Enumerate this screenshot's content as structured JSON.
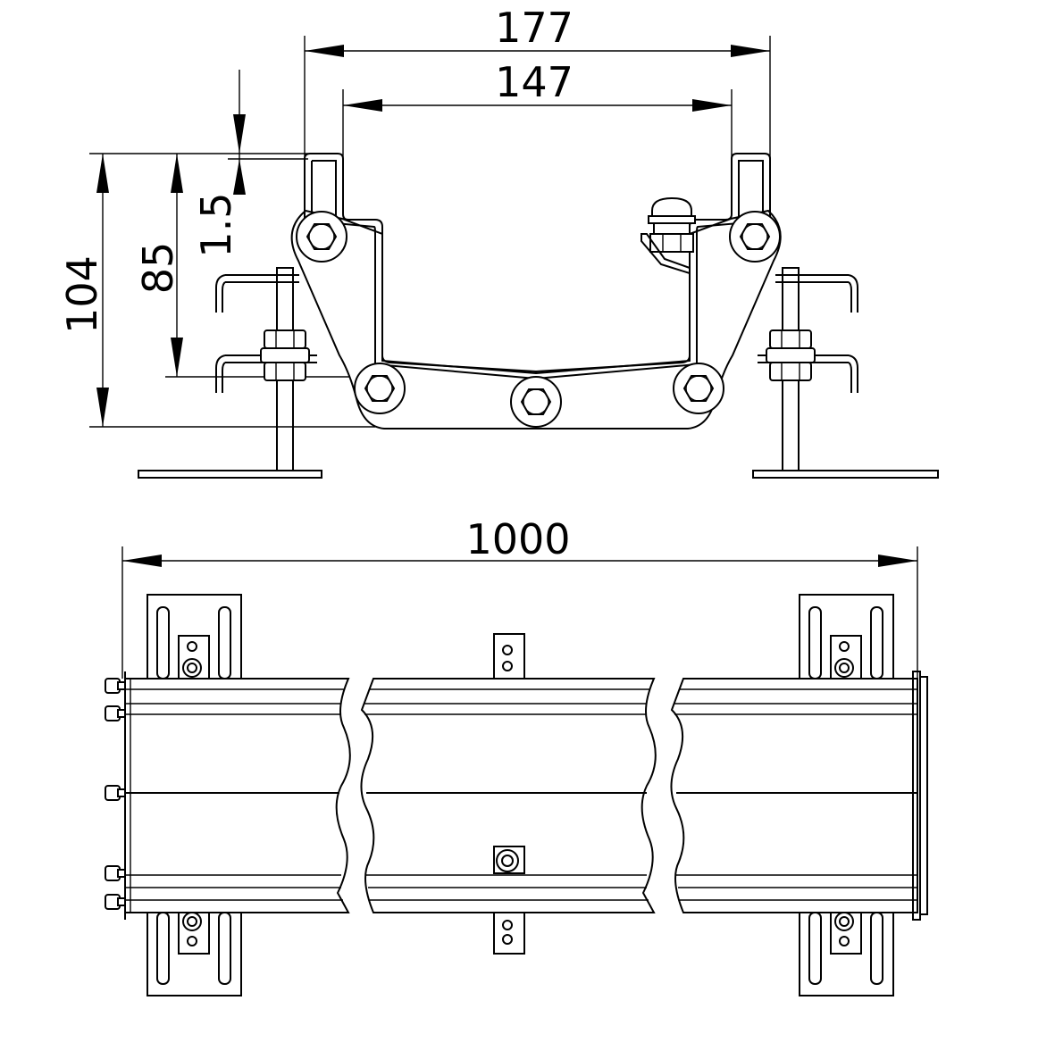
{
  "drawing": {
    "section_view": {
      "dim_outer_width": "177",
      "dim_inner_width": "147",
      "dim_wall_thickness": "1.5",
      "dim_channel_depth": "85",
      "dim_total_height": "104"
    },
    "plan_view": {
      "dim_length": "1000"
    }
  }
}
